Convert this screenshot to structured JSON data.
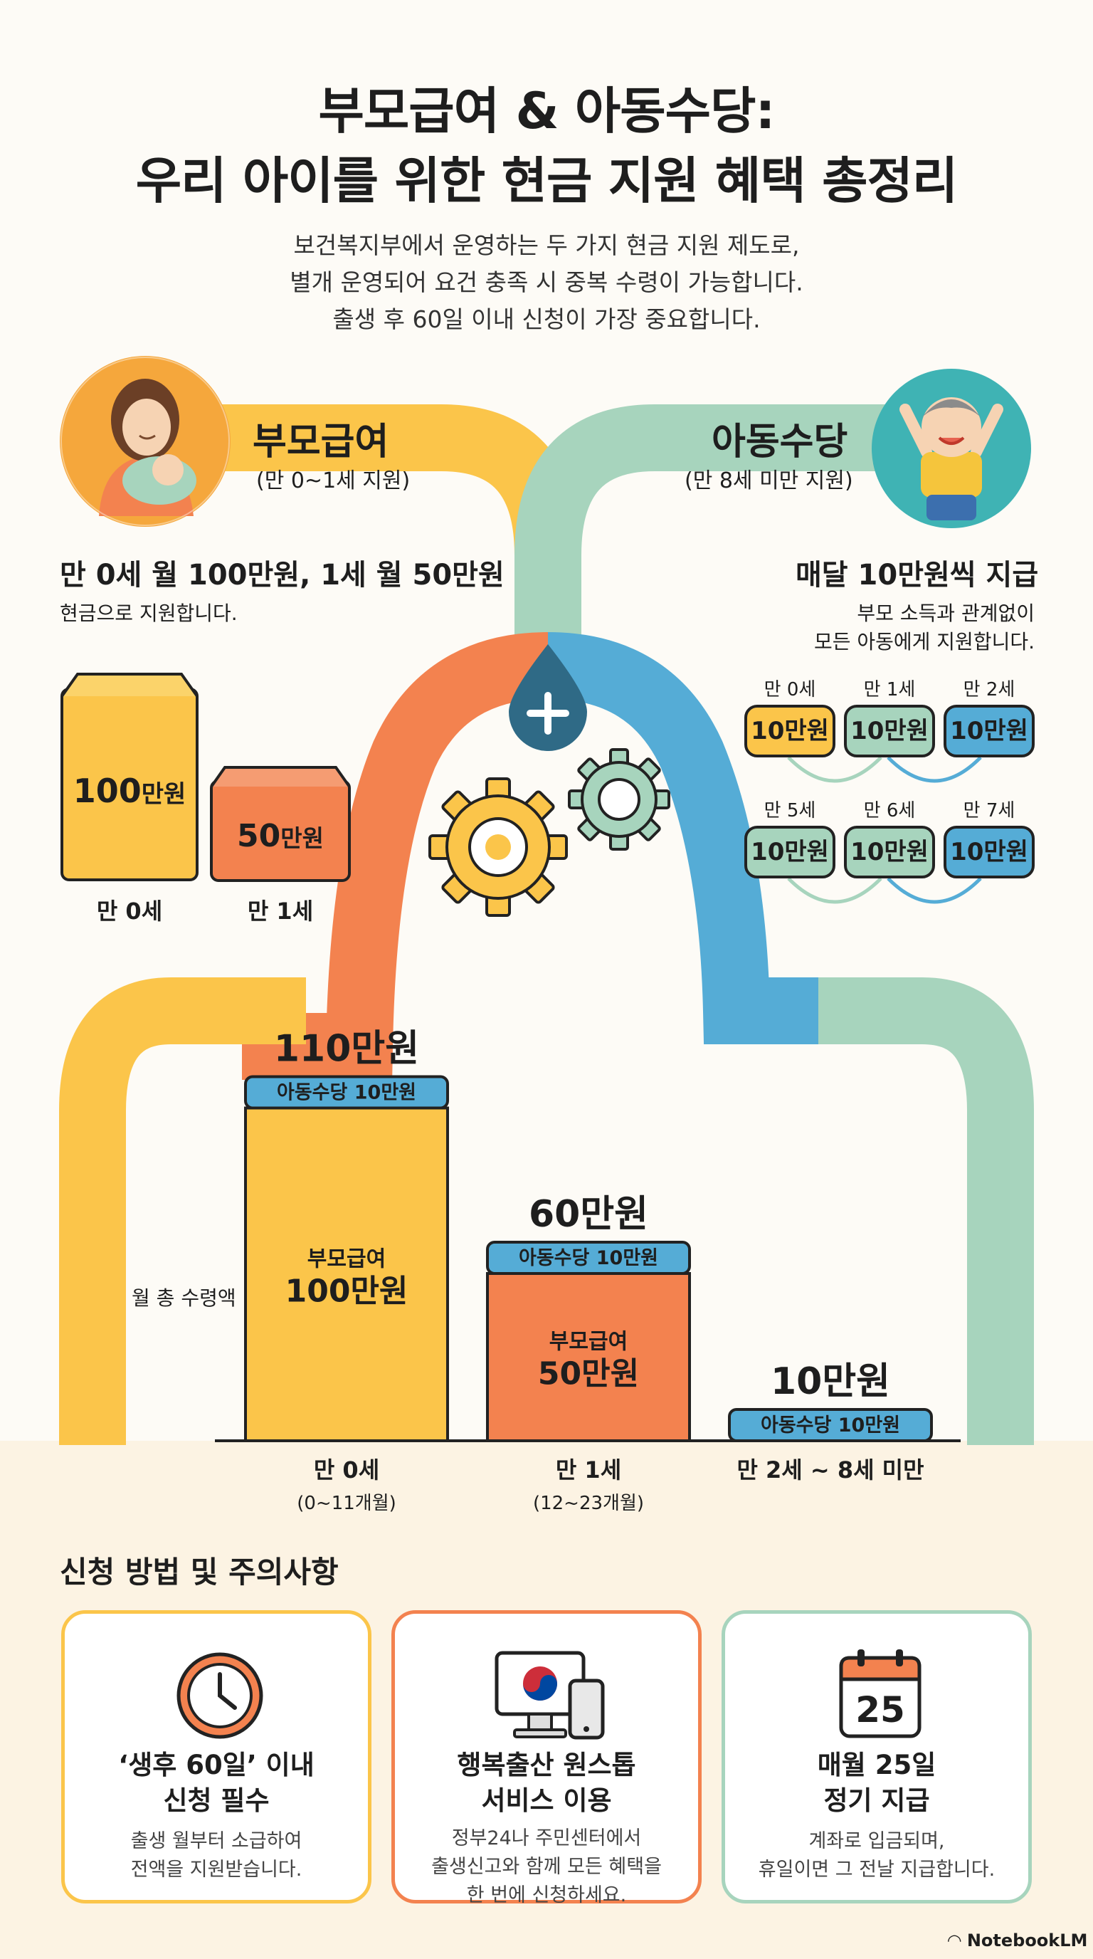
{
  "header": {
    "title_line1": "부모급여 & 아동수당:",
    "title_line2": "우리 아이를 위한 현금 지원 혜택 총정리",
    "subtitle_lines": [
      "보건복지부에서 운영하는 두 가지 현금 지원 제도로,",
      "별개 운영되어 요건 충족 시 중복 수령이 가능합니다.",
      "출생 후 60일 이내 신청이 가장 중요합니다."
    ]
  },
  "parent_benefit": {
    "name": "부모급여",
    "scope": "(만 0~1세 지원)",
    "headline": "만 0세 월 100만원, 1세 월 50만원",
    "desc": "현금으로 지원합니다.",
    "envelopes": [
      {
        "amount_num": "100",
        "amount_unit": "만원",
        "age": "만 0세"
      },
      {
        "amount_num": "50",
        "amount_unit": "만원",
        "age": "만 1세"
      }
    ]
  },
  "child_allowance": {
    "name": "아동수당",
    "scope": "(만 8세 미만 지원)",
    "headline": "매달 10만원씩 지급",
    "desc_lines": [
      "부모 소득과 관계없이",
      "모든 아동에게 지원합니다."
    ],
    "pills": [
      {
        "age": "만 0세",
        "amount": "10만원"
      },
      {
        "age": "만 1세",
        "amount": "10만원"
      },
      {
        "age": "만 2세",
        "amount": "10만원"
      },
      {
        "age": "만 5세",
        "amount": "10만원"
      },
      {
        "age": "만 6세",
        "amount": "10만원"
      },
      {
        "age": "만 7세",
        "amount": "10만원"
      }
    ]
  },
  "chart_data": {
    "type": "bar",
    "title": "",
    "ylabel": "월 총 수령액",
    "categories": [
      "만 0세",
      "만 1세",
      "만 2세 ~ 8세 미만"
    ],
    "category_sublabels": [
      "(0~11개월)",
      "(12~23개월)",
      ""
    ],
    "totals": [
      110,
      60,
      10
    ],
    "total_labels": [
      "110만원",
      "60만원",
      "10만원"
    ],
    "series": [
      {
        "name": "부모급여",
        "values": [
          100,
          50,
          0
        ],
        "labels": [
          "100만원",
          "50만원",
          ""
        ],
        "color": "#fbc54a"
      },
      {
        "name": "아동수당",
        "values": [
          10,
          10,
          10
        ],
        "labels": [
          "아동수당 10만원",
          "아동수당 10만원",
          "아동수당 10만원"
        ],
        "color": "#55acd6"
      }
    ],
    "ylim": [
      0,
      110
    ]
  },
  "apply": {
    "heading": "신청 방법 및 주의사항",
    "cards": [
      {
        "title_lines": [
          "‘생후 60일’ 이내",
          "신청 필수"
        ],
        "desc_lines": [
          "출생 월부터 소급하여",
          "전액을 지원받습니다."
        ],
        "icon": "clock-icon"
      },
      {
        "title_lines": [
          "행복출산 원스톱",
          "서비스 이용"
        ],
        "desc_lines": [
          "정부24나 주민센터에서",
          "출생신고와 함께 모든 혜택을",
          "한 번에 신청하세요."
        ],
        "icon": "computer-phone-icon"
      },
      {
        "title_lines": [
          "매월 25일",
          "정기 지급"
        ],
        "desc_lines": [
          "계좌로 입금되며,",
          "휴일이면 그 전날 지급합니다."
        ],
        "icon": "calendar-icon",
        "calendar_day": "25"
      }
    ]
  },
  "footer": {
    "brand": "NotebookLM"
  },
  "colors": {
    "yellow": "#fbc54a",
    "orange": "#f3824f",
    "blue": "#55acd6",
    "green": "#a7d4bd",
    "dark_teal": "#2f6a86"
  }
}
